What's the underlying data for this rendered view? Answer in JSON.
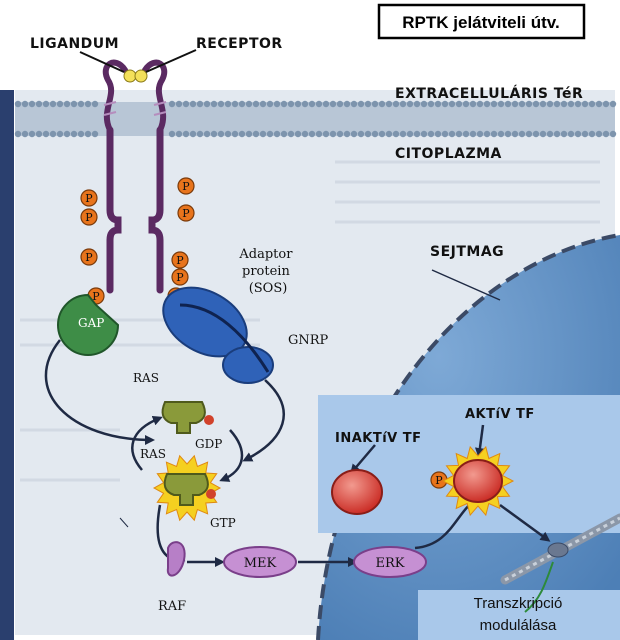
{
  "title": "RPTK jelátviteli útv.",
  "labels": {
    "ligand": "LIGANDUM",
    "receptor": "RECEPTOR",
    "extracellular": "EXTRACELLULÁRIS TéR",
    "cytoplasm": "CITOPLAZMA",
    "nucleus": "SEJTMAG",
    "adaptor": "Adaptor\nprotein\n(SOS)",
    "gnrp": "GNRP",
    "gap": "GAP",
    "ras_top": "RAS",
    "gdp": "GDP",
    "ras_bottom": "RAS",
    "gtp": "GTP",
    "raf": "RAF",
    "mek": "MEK",
    "erk": "ERK",
    "inactive_tf": "INAKTíV TF",
    "active_tf": "AKTíV TF",
    "transcription_line1": "Transzkripció",
    "transcription_line2": "modulálása",
    "phosphate": "P"
  },
  "colors": {
    "background": "#ffffff",
    "page_bg": "#dfe6ef",
    "membrane": "#8aa0b8",
    "nucleus_fill": "#5f8fc3",
    "highlight_box": "#a9c8ea",
    "receptor": "#6a2f6e",
    "phosphate": "#e8741c",
    "gap_green": "#3e8d47",
    "sos_blue": "#2f62b8",
    "ras_olive": "#8a9a3a",
    "tf_red": "#d8322b",
    "kinase_purple": "#b77fc7",
    "ligand_yellow": "#f3e05a",
    "arrow": "#1f2a44"
  }
}
